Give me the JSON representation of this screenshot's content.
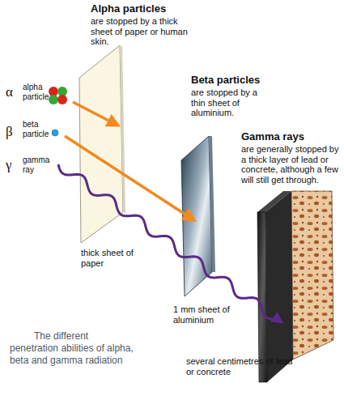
{
  "diagram": {
    "caption": "The different penetration abilities of alpha, beta and gamma radiation",
    "labels": [
      "Alpha particles",
      "are stopped by a thick sheet of paper or human skin.",
      "α",
      "alpha particle",
      "β",
      "beta particle",
      "γ",
      "gamma ray",
      "Beta particles",
      "are stopped by a thin sheet of aluminium.",
      "Gamma rays",
      "are generally stopped by a thick layer of lead or concrete, although a few will still get through.",
      "thick sheet of paper",
      "1 mm sheet of aluminium",
      "several centimetres of lead or concrete"
    ]
  }
}
